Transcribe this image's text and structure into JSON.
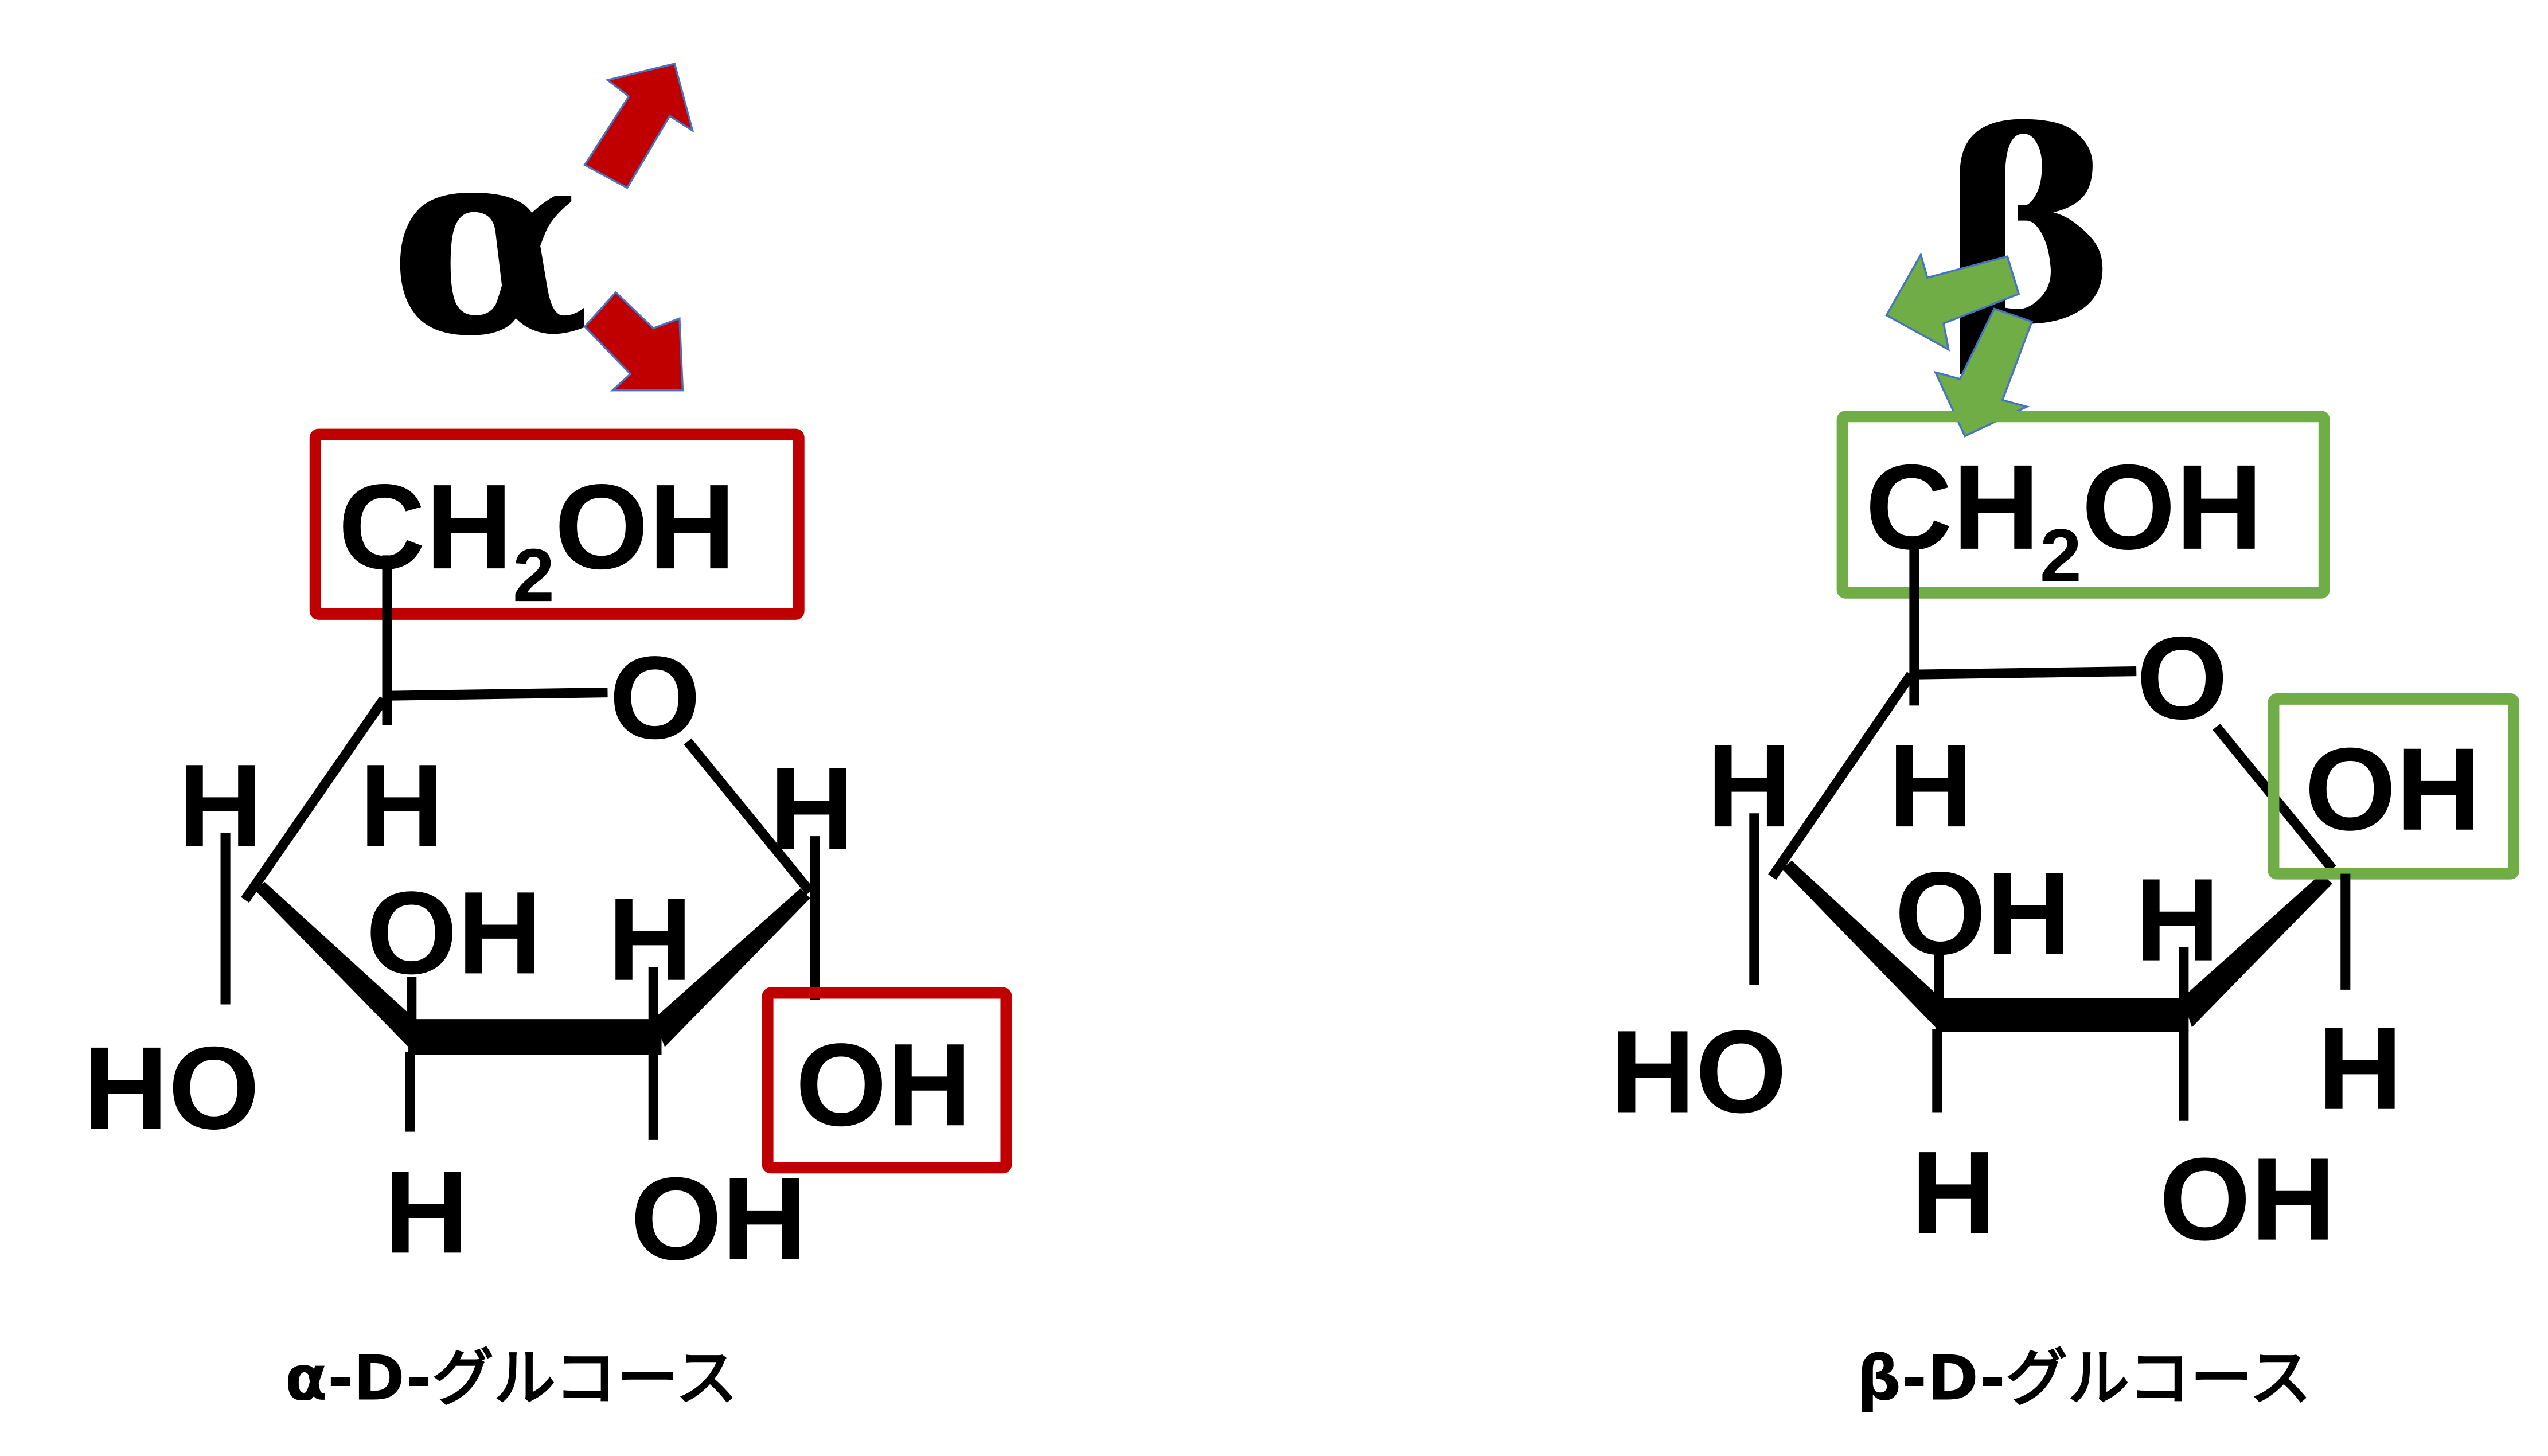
{
  "colors": {
    "alpha_accent": "#c00000",
    "beta_accent": "#70ad47",
    "arrow_outline": "#4472c4"
  },
  "alpha": {
    "symbol": "α",
    "caption": "α-D-グルコース",
    "labels": {
      "ch2oh_ch": "CH",
      "ch2oh_sub": "2",
      "ch2oh_oh": "OH",
      "ring_o": "O",
      "c4_h": "H",
      "c4_ho": "HO",
      "c5_h": "H",
      "c3_oh": "OH",
      "c3_h": "H",
      "c2_h": "H",
      "c2_oh": "OH",
      "c1_h": "H",
      "c1_oh": "OH"
    }
  },
  "beta": {
    "symbol": "β",
    "caption": "β-D-グルコース",
    "labels": {
      "ch2oh_ch": "CH",
      "ch2oh_sub": "2",
      "ch2oh_oh": "OH",
      "ring_o": "O",
      "c4_h": "H",
      "c4_ho": "HO",
      "c5_h": "H",
      "c3_oh": "OH",
      "c3_h": "H",
      "c2_h": "H",
      "c2_oh": "OH",
      "c1_oh": "OH",
      "c1_h": "H"
    }
  }
}
